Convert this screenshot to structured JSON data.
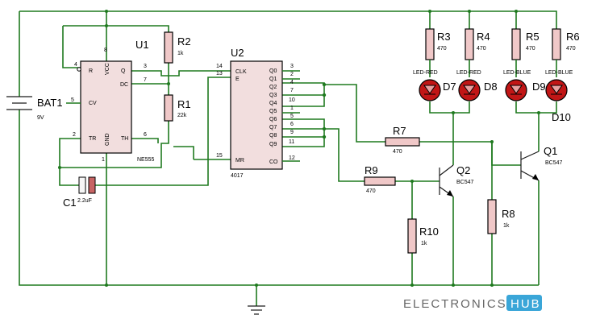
{
  "battery": {
    "ref": "BAT1",
    "value": "9V"
  },
  "u1": {
    "ref": "U1",
    "part": "NE555",
    "pins": {
      "R": "R",
      "VCC": "VCC",
      "Q": "Q",
      "DC": "DC",
      "CV": "CV",
      "TR": "TR",
      "GND": "GND",
      "TH": "TH"
    },
    "pin_numbers": [
      "4",
      "8",
      "3",
      "7",
      "5",
      "2",
      "1",
      "6"
    ]
  },
  "u2": {
    "ref": "U2",
    "part": "4017",
    "left_pins": [
      {
        "num": "14",
        "name": "CLK"
      },
      {
        "num": "13",
        "name": "E"
      },
      {
        "num": "15",
        "name": "MR"
      }
    ],
    "right_pins": [
      {
        "num": "3",
        "name": "Q0"
      },
      {
        "num": "2",
        "name": "Q1"
      },
      {
        "num": "4",
        "name": "Q2"
      },
      {
        "num": "7",
        "name": "Q3"
      },
      {
        "num": "10",
        "name": "Q4"
      },
      {
        "num": "1",
        "name": "Q5"
      },
      {
        "num": "5",
        "name": "Q6"
      },
      {
        "num": "6",
        "name": "Q7"
      },
      {
        "num": "9",
        "name": "Q8"
      },
      {
        "num": "11",
        "name": "Q9"
      },
      {
        "num": "12",
        "name": "CO"
      }
    ]
  },
  "resistors": {
    "r1": {
      "ref": "R1",
      "value": "22k"
    },
    "r2": {
      "ref": "R2",
      "value": "1k"
    },
    "r3": {
      "ref": "R3",
      "value": "470"
    },
    "r4": {
      "ref": "R4",
      "value": "470"
    },
    "r5": {
      "ref": "R5",
      "value": "470"
    },
    "r6": {
      "ref": "R6",
      "value": "470"
    },
    "r7": {
      "ref": "R7",
      "value": "470"
    },
    "r8": {
      "ref": "R8",
      "value": "1k"
    },
    "r9": {
      "ref": "R9",
      "value": "470"
    },
    "r10": {
      "ref": "R10",
      "value": "1k"
    }
  },
  "capacitor": {
    "ref": "C1",
    "value": "2.2uF"
  },
  "leds": {
    "d7": {
      "ref": "D7",
      "type": "LED-RED"
    },
    "d8": {
      "ref": "D8",
      "type": "LED-RED"
    },
    "d9": {
      "ref": "D9",
      "type": "LED-BLUE"
    },
    "d10": {
      "ref": "D10",
      "type": "LED-BLUE"
    }
  },
  "transistors": {
    "q1": {
      "ref": "Q1",
      "part": "BC547"
    },
    "q2": {
      "ref": "Q2",
      "part": "BC547"
    }
  },
  "logo": {
    "left": "ELECTRONICS",
    "right": "HUB"
  },
  "colors": {
    "wire": "#1f7a1f",
    "chip_fill": "#f2dede",
    "resistor_fill": "#f0c8c8",
    "led_fill": "#c11616",
    "logo_accent": "#3aa6d8"
  }
}
